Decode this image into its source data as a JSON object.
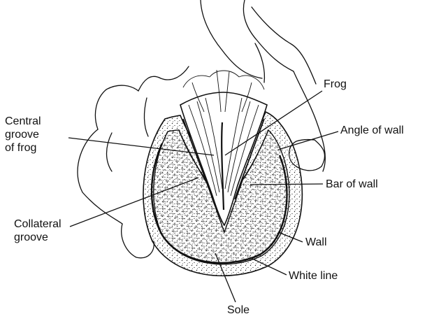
{
  "labels": {
    "frog": "Frog",
    "central_groove": [
      "Central",
      "groove",
      "of frog"
    ],
    "angle_of_wall": "Angle of wall",
    "bar_of_wall": "Bar of wall",
    "collateral_groove": [
      "Collateral",
      "groove"
    ],
    "wall": "Wall",
    "white_line": "White line",
    "sole": "Sole"
  },
  "colors": {
    "ink": "#111111",
    "background": "#ffffff"
  }
}
